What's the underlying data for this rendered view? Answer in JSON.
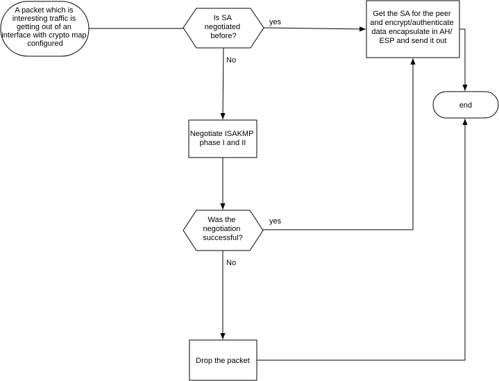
{
  "nodes": {
    "start": {
      "lines": [
        "A packet which is",
        "interesting traffic is",
        "getting out of an",
        "interface with crypto map",
        "configured"
      ]
    },
    "sa_check": {
      "lines": [
        "Is SA",
        "negotiated",
        "before?"
      ]
    },
    "get_sa": {
      "lines": [
        "Get the SA for the peer",
        "and encrypt/authenticate",
        "data encapsulate in AH/",
        "ESP and send it out"
      ]
    },
    "end": {
      "lines": [
        "end"
      ]
    },
    "negotiate": {
      "lines": [
        "Negotiate ISAKMP",
        "phase I and II"
      ]
    },
    "success_check": {
      "lines": [
        "Was the",
        "negotiation",
        "successful?"
      ]
    },
    "drop": {
      "lines": [
        "Drop the packet"
      ]
    }
  },
  "edge_labels": {
    "sa_yes": "yes",
    "sa_no": "No",
    "success_yes": "yes",
    "success_no": "No"
  }
}
